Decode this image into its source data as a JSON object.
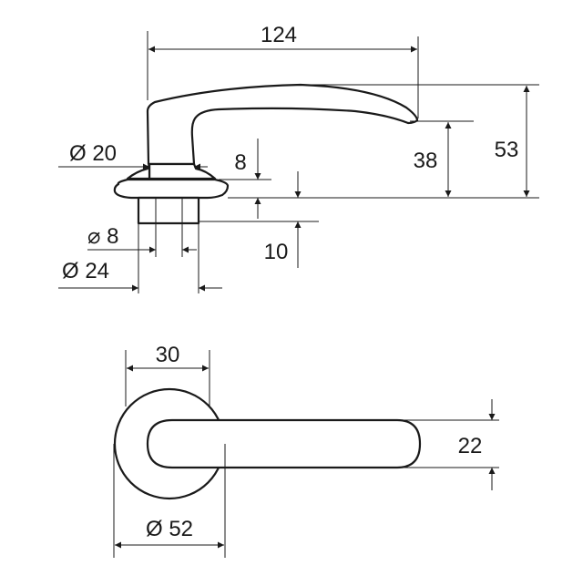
{
  "dimensions": {
    "length": "124",
    "rosette_diameter": "Ø 20",
    "rose_thickness": "8",
    "handle_drop": "38",
    "overall_height": "53",
    "square_spindle": "⌀ 8",
    "neck_height": "10",
    "base_diameter": "Ø 24",
    "rose_width": "30",
    "grip_width": "22",
    "rose_diameter": "Ø 52"
  }
}
